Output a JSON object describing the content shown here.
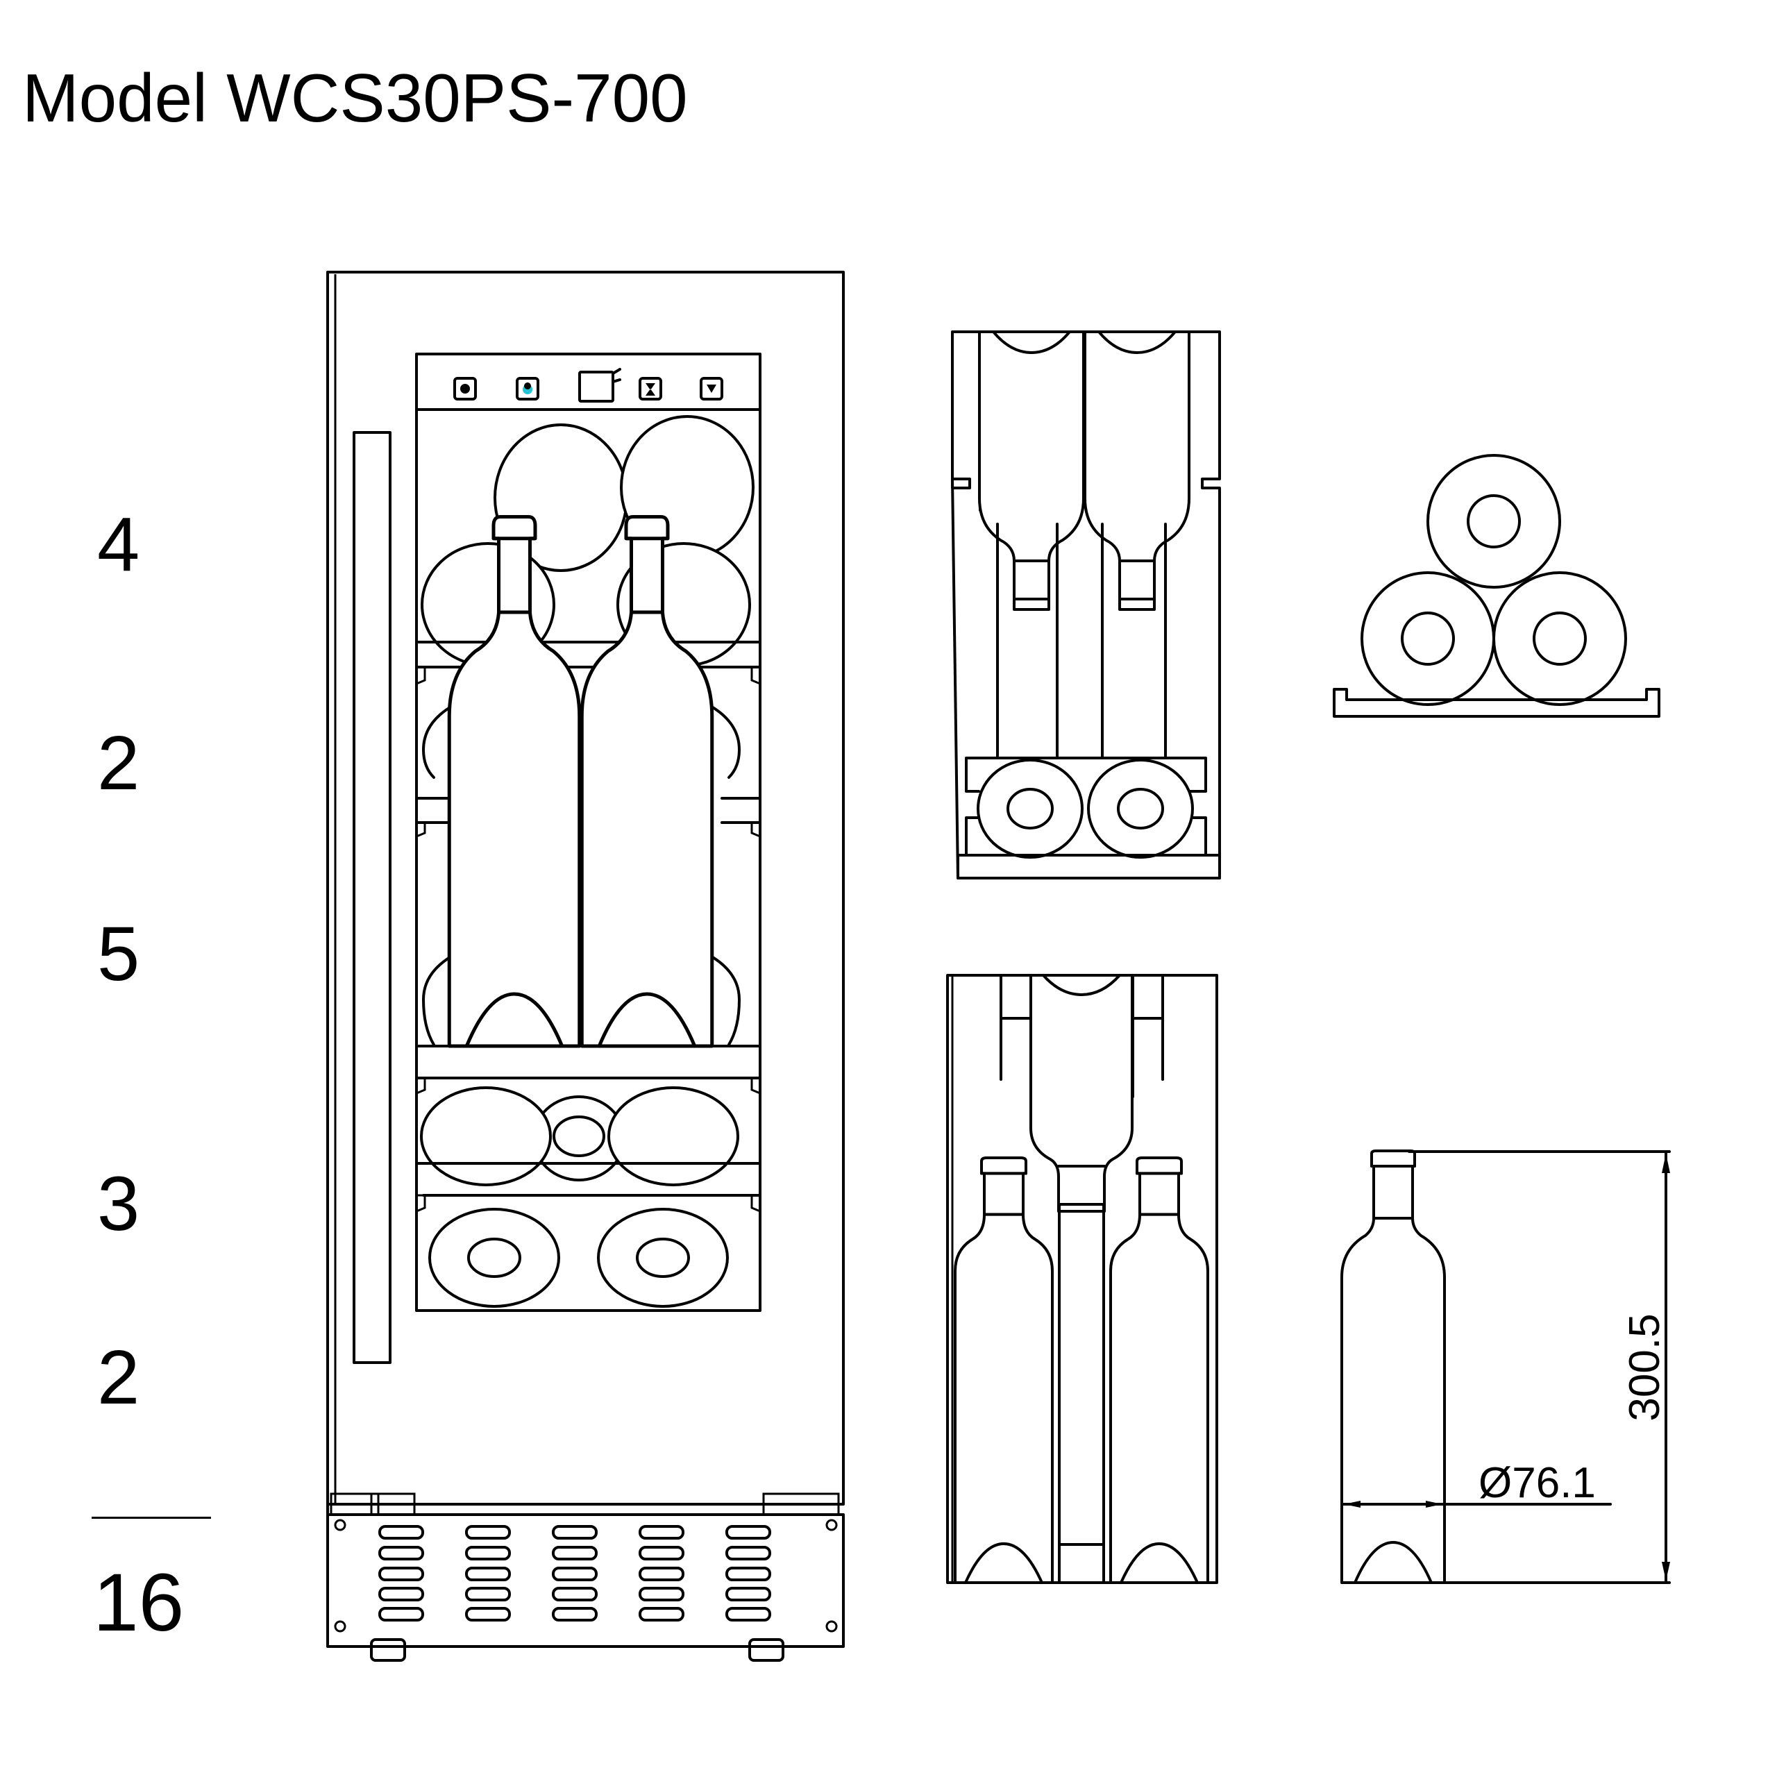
{
  "title": "Model WCS30PS-700",
  "shelf_capacity": {
    "rows": [
      {
        "label": "4"
      },
      {
        "label": "2"
      },
      {
        "label": "5"
      },
      {
        "label": "3"
      },
      {
        "label": "2"
      }
    ],
    "total": "16"
  },
  "control_panel": {
    "buttons": [
      {
        "icon": "power-icon"
      },
      {
        "icon": "light-icon"
      },
      {
        "icon": "temp-up-icon"
      },
      {
        "icon": "temp-down-icon"
      }
    ],
    "display": "temperature-display",
    "accent_color": "#22c4d4"
  },
  "bottle_dimensions": {
    "height": "300.5",
    "diameter": "Ø76.1"
  },
  "views": [
    "front-view",
    "side-view-top-shelf",
    "stacked-bottles-view",
    "side-view-middle-shelf",
    "bottle-dimension-view"
  ]
}
